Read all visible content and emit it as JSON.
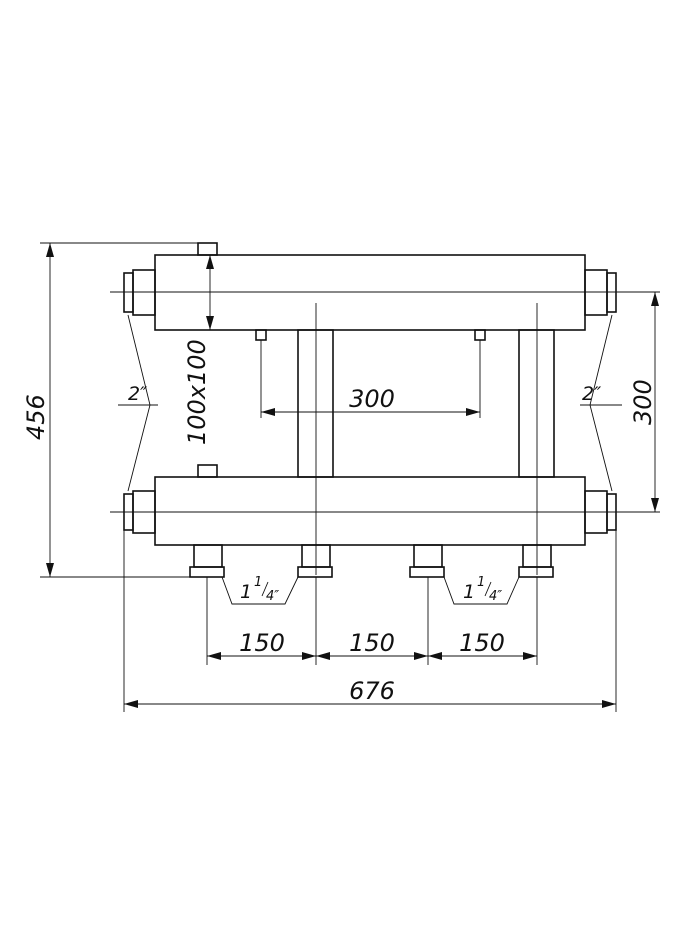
{
  "dimensions": {
    "overall_height": "456",
    "overall_width": "676",
    "header_section": "100x100",
    "header_spacing": "300",
    "top_outlet_spacing": "300",
    "outlet_spacing_1": "150",
    "outlet_spacing_2": "150",
    "outlet_spacing_3": "150"
  },
  "thread_labels": {
    "left_header": "2″",
    "right_header": "2″",
    "outlet_left_whole": "1",
    "outlet_left_frac_num": "1",
    "outlet_left_frac_den": "4″",
    "outlet_right_whole": "1",
    "outlet_right_frac_num": "1",
    "outlet_right_frac_den": "4″"
  }
}
